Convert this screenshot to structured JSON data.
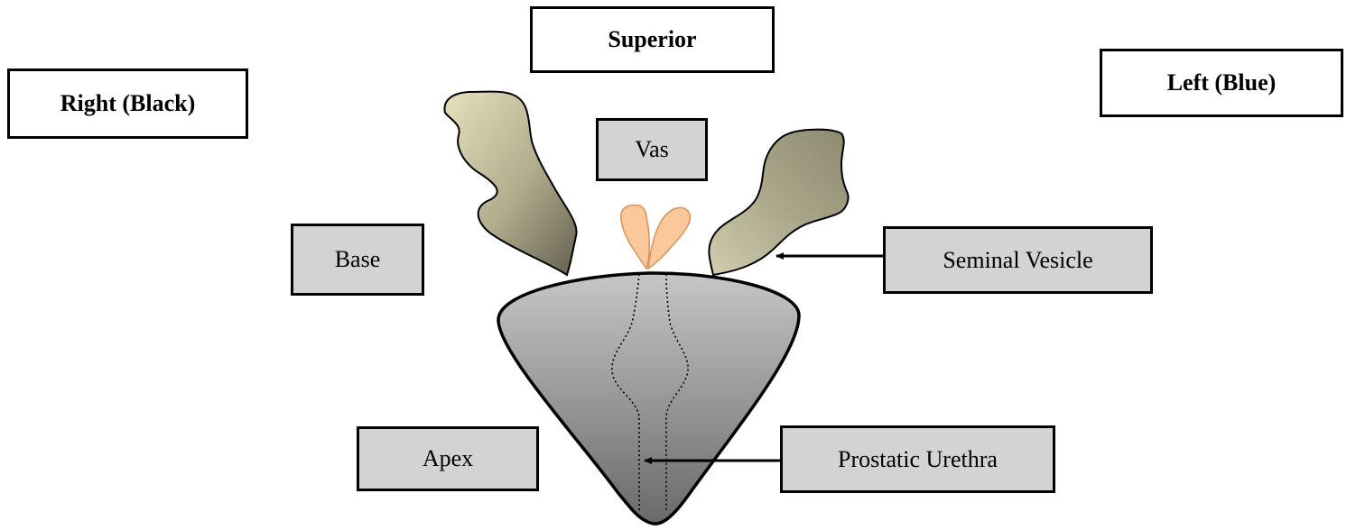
{
  "orientation": {
    "superior": "Superior",
    "right": "Right (Black)",
    "left": "Left (Blue)"
  },
  "labels": {
    "vas": "Vas",
    "base": "Base",
    "seminal_vesicle": "Seminal Vesicle",
    "apex": "Apex",
    "prostatic_urethra": "Prostatic Urethra"
  },
  "colors": {
    "label_box_fill": "#d3d3d3",
    "seminal_vesicle_light": "#e2dcb6",
    "seminal_vesicle_dark": "#6e6a54",
    "vas_fill": "#fbc89c",
    "prostate_top": "#c4c4c4",
    "prostate_bottom": "#6c6c6c"
  }
}
